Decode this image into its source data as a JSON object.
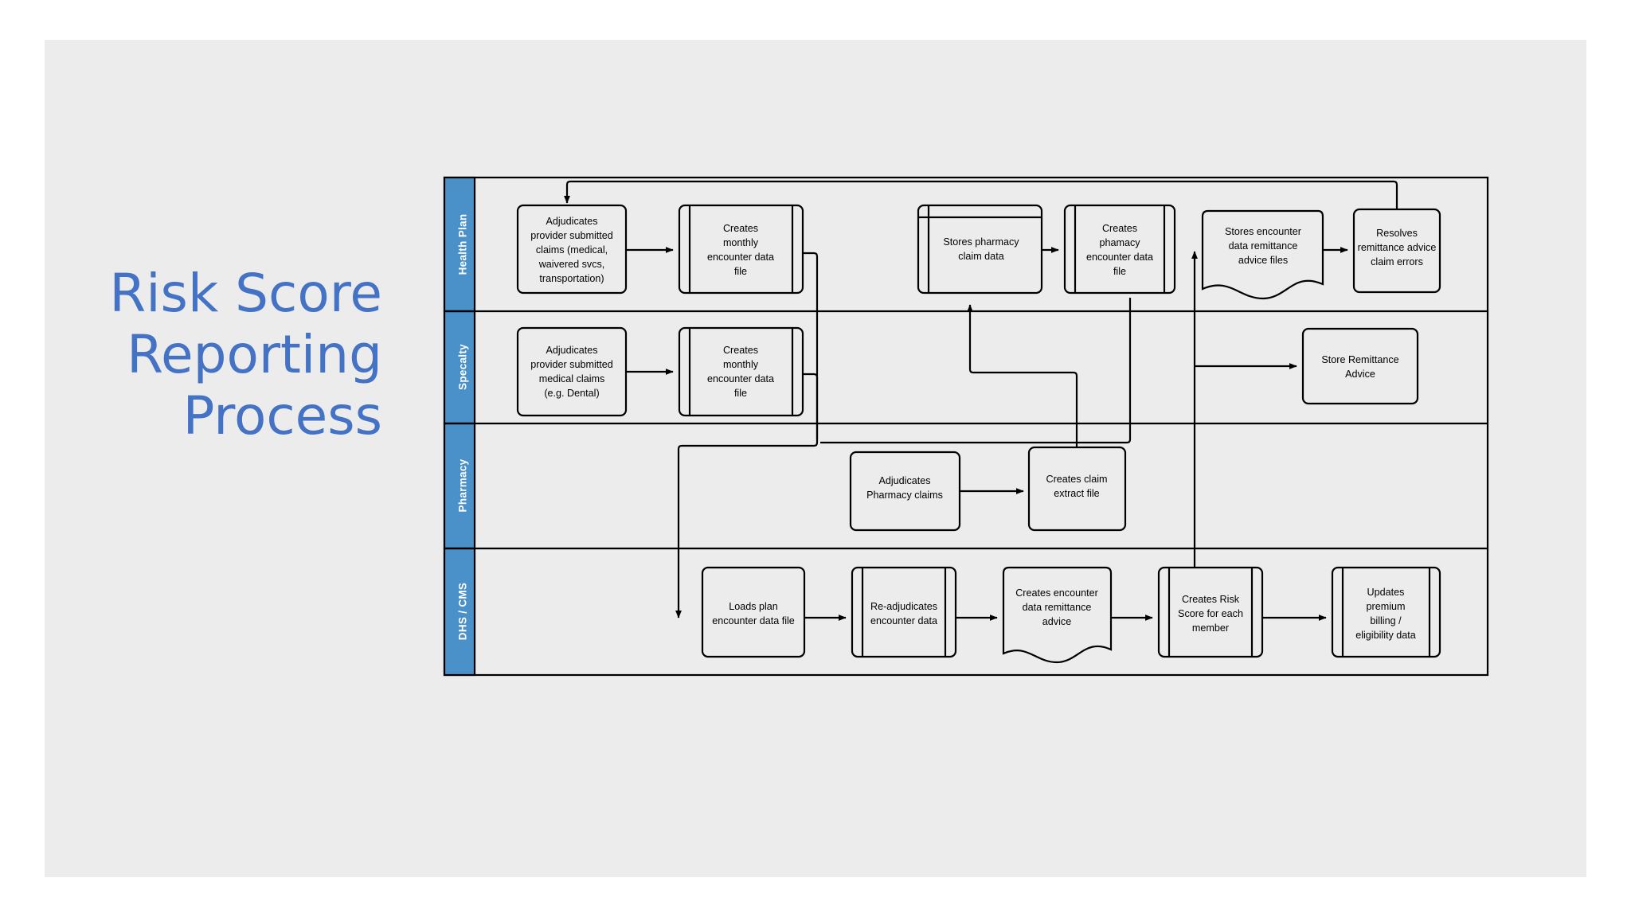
{
  "slide": {
    "background": "#ececec",
    "title": "Risk Score\nReporting\nProcess",
    "title_color": "#4472c4"
  },
  "diagram": {
    "type": "swimlane-flowchart",
    "lane_header_color": "#4a90c9",
    "lane_label_color": "#ffffff",
    "node_fill": "#ececec",
    "node_stroke": "#000000",
    "lanes": [
      {
        "id": "health-plan",
        "label": "Health Plan",
        "nodes": [
          {
            "id": "hp1",
            "label": "Adjudicates provider submitted claims (medical, waivered svcs, transportation)",
            "shape": "process"
          },
          {
            "id": "hp2",
            "label": "Creates monthly encounter data file",
            "shape": "predefined-process"
          },
          {
            "id": "hp3",
            "label": "Stores pharmacy claim data",
            "shape": "internal-storage"
          },
          {
            "id": "hp4",
            "label": "Creates phamacy encounter data file",
            "shape": "predefined-process"
          },
          {
            "id": "hp5",
            "label": "Stores encounter data remittance advice files",
            "shape": "document"
          },
          {
            "id": "hp6",
            "label": "Resolves remittance advice claim errors",
            "shape": "process"
          }
        ]
      },
      {
        "id": "specalty",
        "label": "Specalty",
        "nodes": [
          {
            "id": "sp1",
            "label": "Adjudicates provider submitted medical claims (e.g. Dental)",
            "shape": "process"
          },
          {
            "id": "sp2",
            "label": "Creates monthly encounter data file",
            "shape": "predefined-process"
          },
          {
            "id": "sp3",
            "label": "Store Remittance Advice",
            "shape": "process"
          }
        ]
      },
      {
        "id": "pharmacy",
        "label": "Pharmacy",
        "nodes": [
          {
            "id": "ph1",
            "label": "Adjudicates Pharmacy claims",
            "shape": "process"
          },
          {
            "id": "ph2",
            "label": "Creates claim extract file",
            "shape": "process"
          }
        ]
      },
      {
        "id": "dhs-cms",
        "label": "DHS / CMS",
        "nodes": [
          {
            "id": "dc1",
            "label": "Loads plan encounter data file",
            "shape": "process"
          },
          {
            "id": "dc2",
            "label": "Re-adjudicates encounter data",
            "shape": "predefined-process"
          },
          {
            "id": "dc3",
            "label": "Creates encounter data remittance advice",
            "shape": "document"
          },
          {
            "id": "dc4",
            "label": "Creates Risk Score for each member",
            "shape": "predefined-process"
          },
          {
            "id": "dc5",
            "label": "Updates premium billing / eligibility data",
            "shape": "predefined-process"
          }
        ]
      }
    ],
    "connections": [
      {
        "from": "hp6",
        "to": "hp1"
      },
      {
        "from": "hp1",
        "to": "hp2"
      },
      {
        "from": "hp3",
        "to": "hp4"
      },
      {
        "from": "hp5",
        "to": "hp6"
      },
      {
        "from": "sp1",
        "to": "sp2"
      },
      {
        "from": "ph1",
        "to": "ph2"
      },
      {
        "from": "ph2",
        "to": "hp3"
      },
      {
        "from": "hp2",
        "to": "dc1"
      },
      {
        "from": "sp2",
        "to": "dc1"
      },
      {
        "from": "hp4",
        "to": "dc1"
      },
      {
        "from": "dc1",
        "to": "dc2"
      },
      {
        "from": "dc2",
        "to": "dc3"
      },
      {
        "from": "dc3",
        "to": "dc4"
      },
      {
        "from": "dc4",
        "to": "dc5"
      },
      {
        "from": "dc4",
        "to": "sp3"
      },
      {
        "from": "dc4",
        "to": "hp5"
      }
    ]
  },
  "labels": {
    "hp1_lines": [
      "Adjudicates",
      "provider submitted",
      "claims (medical,",
      "waivered svcs,",
      "transportation)"
    ],
    "hp2_lines": [
      "Creates",
      "monthly",
      "encounter data",
      "file"
    ],
    "hp3_lines": [
      "Stores pharmacy",
      "claim data"
    ],
    "hp4_lines": [
      "Creates",
      "phamacy",
      "encounter data",
      "file"
    ],
    "hp5_lines": [
      "Stores encounter",
      "data remittance",
      "advice files"
    ],
    "hp6_lines": [
      "Resolves",
      "remittance advice",
      "claim errors"
    ],
    "sp1_lines": [
      "Adjudicates",
      "provider submitted",
      "medical claims",
      "(e.g. Dental)"
    ],
    "sp2_lines": [
      "Creates",
      "monthly",
      "encounter data",
      "file"
    ],
    "sp3_lines": [
      "Store Remittance",
      "Advice"
    ],
    "ph1_lines": [
      "Adjudicates",
      "Pharmacy claims"
    ],
    "ph2_lines": [
      "Creates claim",
      "extract file"
    ],
    "dc1_lines": [
      "Loads plan",
      "encounter data file"
    ],
    "dc2_lines": [
      "Re-adjudicates",
      "encounter data"
    ],
    "dc3_lines": [
      "Creates encounter",
      "data remittance",
      "advice"
    ],
    "dc4_lines": [
      "Creates Risk",
      "Score for each",
      "member"
    ],
    "dc5_lines": [
      "Updates",
      "premium",
      "billing /",
      "eligibility data"
    ]
  }
}
